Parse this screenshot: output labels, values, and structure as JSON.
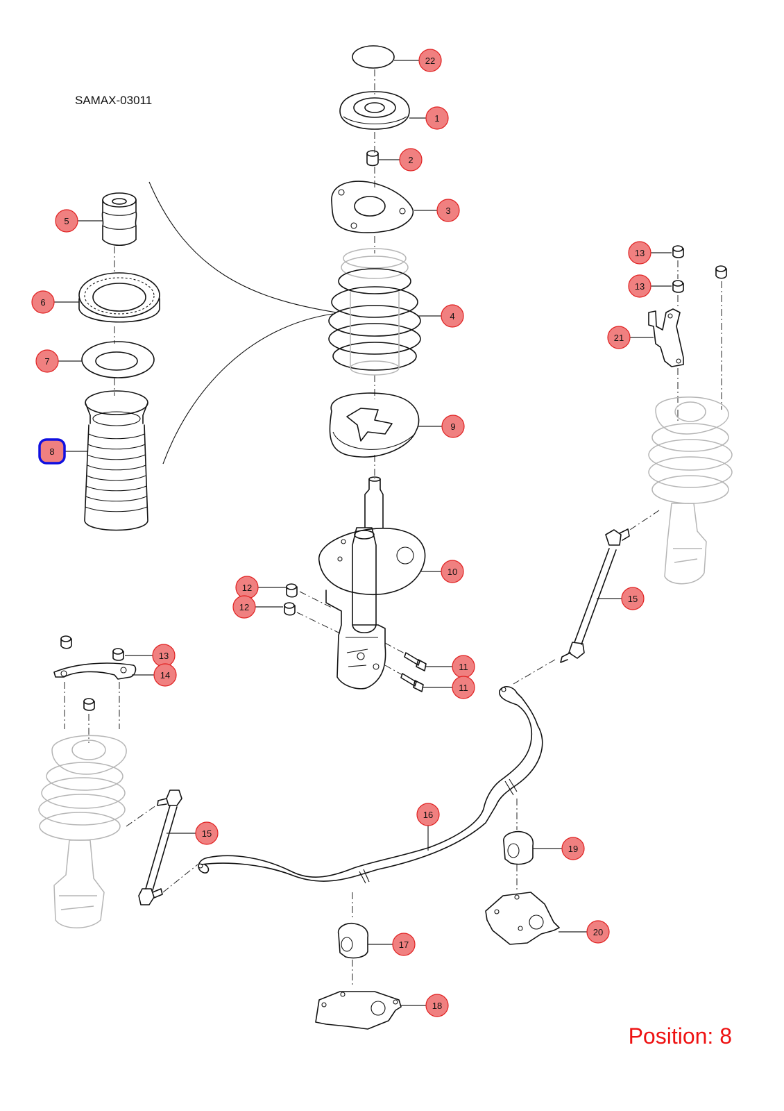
{
  "diagram_code": "SAMAX-03011",
  "position_label": "Position: 8",
  "selected_position": "8",
  "colors": {
    "callout_fill": "#f08080",
    "callout_stroke": "#e02020",
    "selected_stroke": "#1010e0",
    "position_text": "#ee1111"
  },
  "callouts": [
    {
      "id": "c22",
      "label": "22"
    },
    {
      "id": "c1",
      "label": "1"
    },
    {
      "id": "c2",
      "label": "2"
    },
    {
      "id": "c3",
      "label": "3"
    },
    {
      "id": "c5",
      "label": "5"
    },
    {
      "id": "c6",
      "label": "6"
    },
    {
      "id": "c4",
      "label": "4"
    },
    {
      "id": "c7",
      "label": "7"
    },
    {
      "id": "c8",
      "label": "8"
    },
    {
      "id": "c9",
      "label": "9"
    },
    {
      "id": "c10",
      "label": "10"
    },
    {
      "id": "c12a",
      "label": "12"
    },
    {
      "id": "c12b",
      "label": "12"
    },
    {
      "id": "c11a",
      "label": "11"
    },
    {
      "id": "c11b",
      "label": "11"
    },
    {
      "id": "c13a",
      "label": "13"
    },
    {
      "id": "c13b",
      "label": "13"
    },
    {
      "id": "c21",
      "label": "21"
    },
    {
      "id": "c15a",
      "label": "15"
    },
    {
      "id": "c13c",
      "label": "13"
    },
    {
      "id": "c14",
      "label": "14"
    },
    {
      "id": "c16",
      "label": "16"
    },
    {
      "id": "c15b",
      "label": "15"
    },
    {
      "id": "c19",
      "label": "19"
    },
    {
      "id": "c17",
      "label": "17"
    },
    {
      "id": "c20",
      "label": "20"
    },
    {
      "id": "c18",
      "label": "18"
    }
  ]
}
